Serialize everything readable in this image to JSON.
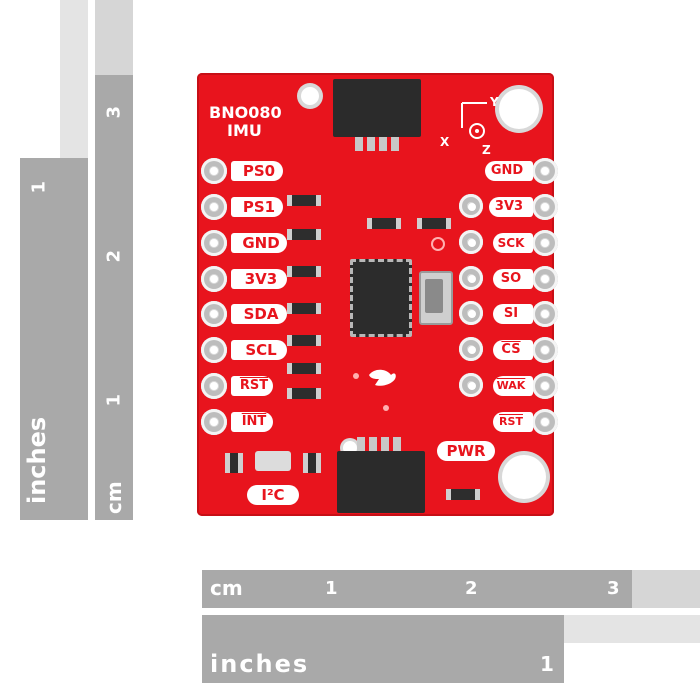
{
  "rulers": {
    "left_inches": {
      "label": "inches",
      "mark": "1"
    },
    "left_cm": {
      "label": "cm",
      "marks": [
        "3",
        "2",
        "1"
      ]
    },
    "bottom_cm": {
      "label": "cm",
      "marks": [
        "1",
        "2",
        "3"
      ]
    },
    "bottom_inches": {
      "label": "inches",
      "mark": "1"
    }
  },
  "board": {
    "title_line1": "BNO080",
    "title_line2": "IMU",
    "axis_labels": {
      "y": "Y",
      "x": "X",
      "z": "Z"
    },
    "left_pins": [
      "PS0",
      "PS1",
      "GND",
      "3V3",
      "SDA",
      "SCL",
      "RST",
      "INT"
    ],
    "right_pins": [
      "GND",
      "3V3",
      "SCK",
      "SO",
      "SI",
      "CS",
      "WAK",
      "RST"
    ],
    "pwr_label": "PWR",
    "i2c_label": "I²C",
    "colors": {
      "board": "#e8141d",
      "silkscreen": "#ffffff",
      "ruler": "#a9a9a9"
    }
  }
}
